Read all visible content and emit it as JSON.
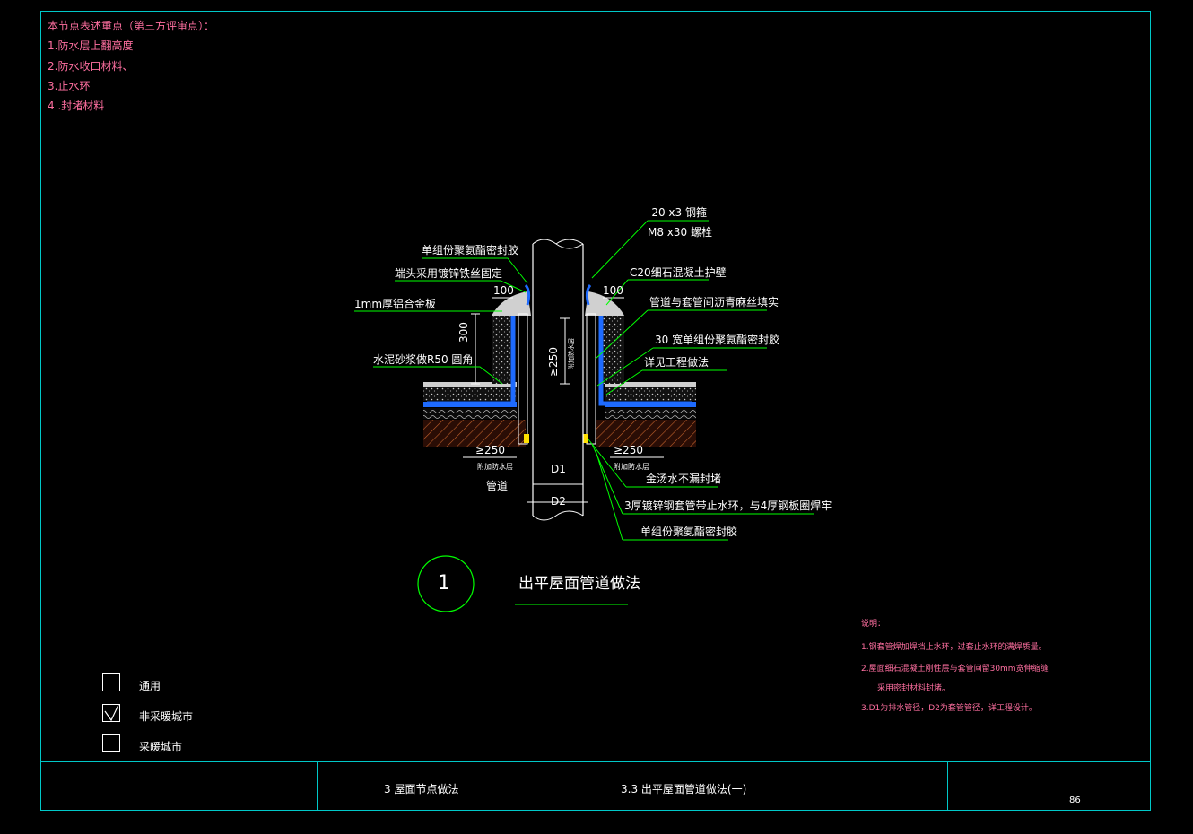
{
  "notes": {
    "title": "本节点表述重点（第三方评审点）：",
    "items": [
      "1.防水层上翻高度",
      "2.防水收口材料、",
      "3.止水环",
      "4 .封堵材料"
    ]
  },
  "drawing": {
    "labels": {
      "top_right_1": "-20 x3 钢箍",
      "top_right_2": "M8 x30 螺栓",
      "left_1": "单组份聚氨酯密封胶",
      "left_2": "端头采用镀锌铁丝固定",
      "left_3": "1mm厚铝合金板",
      "left_4": "水泥砂浆做R50 圆角",
      "right_1": "C20细石混凝土护壁",
      "right_2": "管道与套管间沥青麻丝填实",
      "right_3": "30 宽单组份聚氨酯密封胶",
      "right_4": "详见工程做法",
      "right_5": "金汤水不漏封堵",
      "right_6": "3厚镀锌钢套管带止水环，与4厚钢板圈焊牢",
      "right_7": "单组份聚氨酯密封胶",
      "pipe": "管道"
    },
    "dims": {
      "top_left": "100",
      "top_right": "100",
      "height": "300",
      "center": "≥250",
      "center_sub": "附加防水层",
      "bottom_left": "≥250",
      "bottom_left_sub": "附加防水层",
      "bottom_right": "≥250",
      "bottom_right_sub": "附加防水层",
      "d1": "D1",
      "d2": "D2"
    },
    "detail_number": "1",
    "detail_title": "出平屋面管道做法"
  },
  "remarks": {
    "title": "说明：",
    "items": [
      "1.钢套管焊加焊挡止水环，过套止水环的满焊质量。",
      "2.屋面细石混凝土刚性层与套管间留30mm宽伸缩缝",
      "采用密封材料封堵。",
      "3.D1为排水管径，D2为套管管径，详工程设计。"
    ]
  },
  "legend": {
    "items": [
      {
        "label": "通用",
        "checked": false
      },
      {
        "label": "非采暖城市",
        "checked": true
      },
      {
        "label": "采暖城市",
        "checked": false
      }
    ]
  },
  "title_block": {
    "section": "3   屋面节点做法",
    "subsection": "3.3   出平屋面管道做法(一)",
    "page": "86"
  },
  "colors": {
    "frame": "#00c8c8",
    "notes": "#ff6fa0",
    "leader": "#00ff00",
    "waterproof": "#1e6bff",
    "concrete": "#d8d8d8",
    "hatch": "#c0602a"
  }
}
